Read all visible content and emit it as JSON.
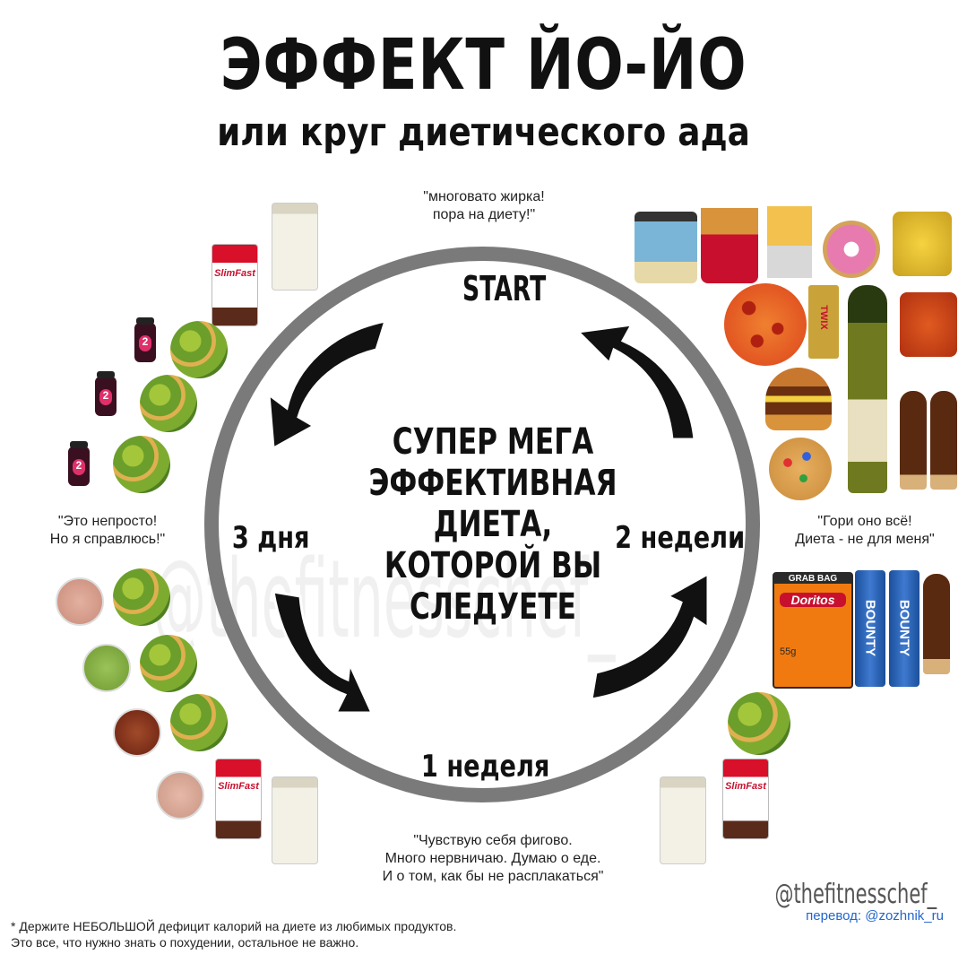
{
  "title": "ЭФФЕКТ ЙО-ЙО",
  "subtitle": "или круг диетического ада",
  "cycle": {
    "start_label": "START",
    "center_text": [
      "СУПЕР МЕГА",
      "ЭФФЕКТИВНАЯ ДИЕТА,",
      "КОТОРОЙ ВЫ",
      "СЛЕДУЕТЕ"
    ],
    "left_label": "3 дня",
    "right_label": "2 недели",
    "bottom_label": "1 неделя"
  },
  "quotes": {
    "top": [
      "\"многовато жирка!",
      "пора на диету!\""
    ],
    "left": [
      "\"Это непросто!",
      "Но я справлюсь!\""
    ],
    "right": [
      "\"Гори оно всё!",
      "Диета - не для меня\""
    ],
    "bottom": [
      "\"Чувствую себя фигово.",
      "Много нервничаю. Думаю о еде.",
      "И о том, как бы не расплакаться\""
    ]
  },
  "watermark": "@thefitnesschef_",
  "credit": "@thefitnesschef_",
  "translation": "перевод: @zozhnik_ru",
  "footnote": [
    "* Держите НЕБОЛЬШОЙ дефицит калорий на диете из любимых продуктов.",
    "Это все, что нужно знать о похудении, остальное не важно."
  ],
  "product_labels": {
    "slimfast": "SlimFast",
    "doritos": "Doritos",
    "grab_bag": "GRAB BAG",
    "doritos_weight": "55g",
    "bounty": "BOUNTY",
    "twix": "TWIX"
  },
  "colors": {
    "ring": "#7a7a7a",
    "arrow": "#111111",
    "text": "#111111",
    "translation": "#2266cc"
  }
}
